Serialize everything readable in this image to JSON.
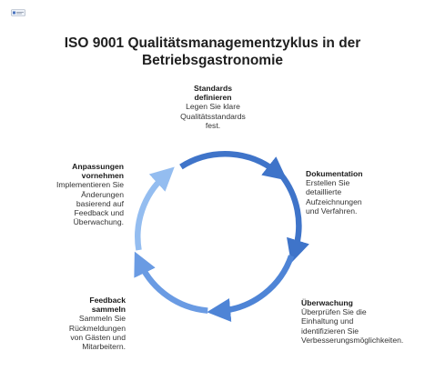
{
  "title": {
    "line1": "ISO 9001 Qualitätsmanagementzyklus in der",
    "line2": "Betriebsgastronomie"
  },
  "logo_icon": "small-logo-icon",
  "colors": {
    "arc1": "#3f74c9",
    "arc2": "#3f74c9",
    "arc3": "#4e84d6",
    "arc4": "#6a9be3",
    "arc5": "#94bdf0"
  },
  "steps": [
    {
      "heading": [
        "Standards",
        "definieren"
      ],
      "desc": [
        "Legen Sie klare",
        "Qualitätsstandards",
        "fest."
      ]
    },
    {
      "heading": [
        "Dokumentation"
      ],
      "desc": [
        "Erstellen Sie",
        "detaillierte",
        "Aufzeichnungen",
        "und Verfahren."
      ]
    },
    {
      "heading": [
        "Überwachung"
      ],
      "desc": [
        "Überprüfen Sie die",
        "Einhaltung und",
        "identifizieren Sie",
        "Verbesserungsmöglichkeiten."
      ]
    },
    {
      "heading": [
        "Feedback",
        "sammeln"
      ],
      "desc": [
        "Sammeln Sie",
        "Rückmeldungen",
        "von Gästen und",
        "Mitarbeitern."
      ]
    },
    {
      "heading": [
        "Anpassungen",
        "vornehmen"
      ],
      "desc": [
        "Implementieren Sie",
        "Änderungen",
        "basierend auf",
        "Feedback und",
        "Überwachung."
      ]
    }
  ]
}
